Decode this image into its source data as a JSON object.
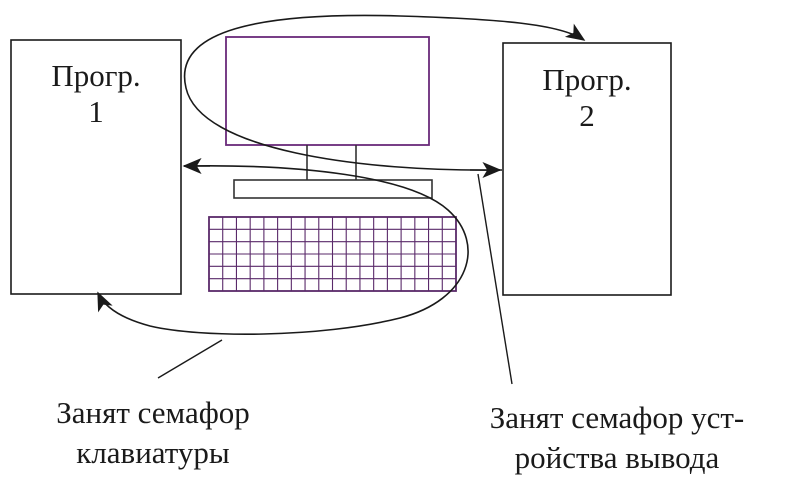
{
  "program1": {
    "line1": "Прогр.",
    "line2": "1"
  },
  "program2": {
    "line1": "Прогр.",
    "line2": "2"
  },
  "keyboard_semaphore": {
    "line1": "Занят семафор",
    "line2": "клавиатуры"
  },
  "output_semaphore": {
    "line1": "Занят семафор уст-",
    "line2": "ройства вывода"
  },
  "colors": {
    "stroke": "#1a1a1a",
    "monitor": "#6a2a7a",
    "keyboard": "#5a2a6a"
  },
  "icons": [
    "monitor-icon",
    "keyboard-icon"
  ]
}
